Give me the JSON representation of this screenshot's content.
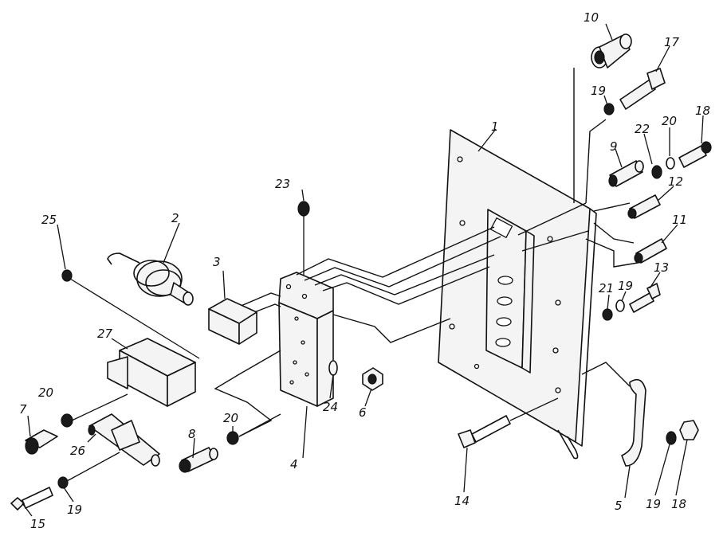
{
  "diagram": {
    "background": "#ffffff",
    "ink": "#111111",
    "callouts": [
      "1",
      "2",
      "3",
      "4",
      "5",
      "6",
      "7",
      "8",
      "9",
      "10",
      "11",
      "12",
      "13",
      "14",
      "15",
      "17",
      "18",
      "18",
      "19",
      "19",
      "19",
      "19",
      "20",
      "20",
      "20",
      "21",
      "22",
      "23",
      "24",
      "25",
      "26",
      "27"
    ]
  }
}
